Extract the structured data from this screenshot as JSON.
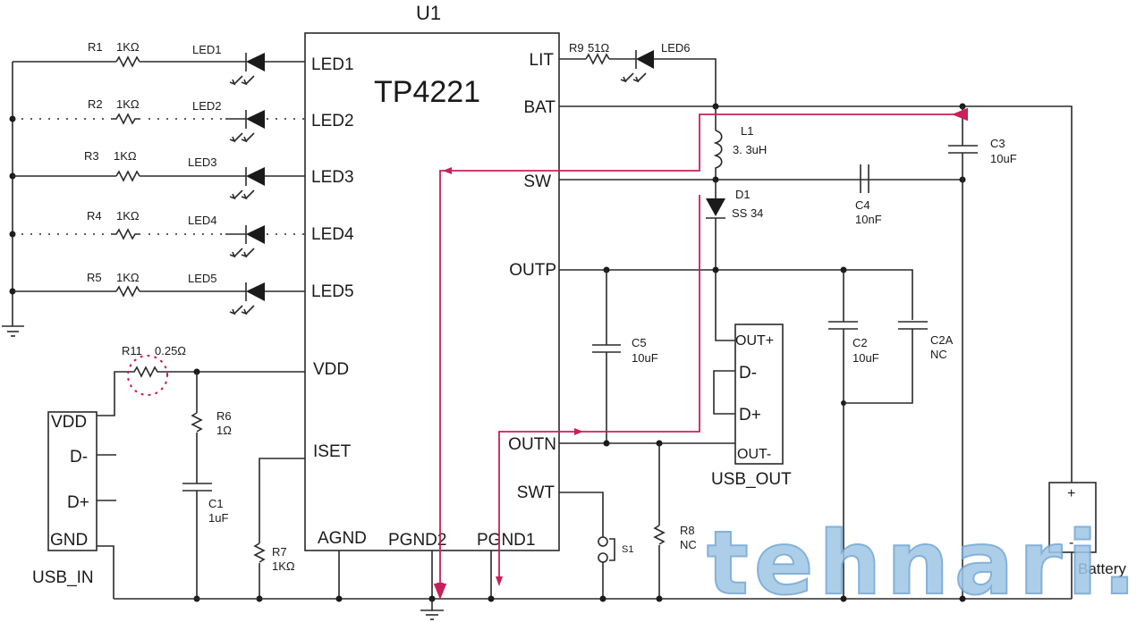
{
  "ic": {
    "ref": "U1",
    "part": "TP4221",
    "left_pins": [
      "LED1",
      "LED2",
      "LED3",
      "LED4",
      "LED5",
      "VDD",
      "ISET"
    ],
    "right_pins": [
      "LIT",
      "BAT",
      "SW",
      "OUTP",
      "OUTN",
      "SWT"
    ],
    "bottom_pins": [
      "AGND",
      "PGND2",
      "PGND1"
    ]
  },
  "led_rows": [
    {
      "res": "R1",
      "val": "1KΩ",
      "led": "LED1"
    },
    {
      "res": "R2",
      "val": "1KΩ",
      "led": "LED2"
    },
    {
      "res": "R3",
      "val": "1KΩ",
      "led": "LED3"
    },
    {
      "res": "R4",
      "val": "1KΩ",
      "led": "LED4"
    },
    {
      "res": "R5",
      "val": "1KΩ",
      "led": "LED5"
    }
  ],
  "components": {
    "r11": {
      "ref": "R11",
      "val": "0.25Ω"
    },
    "r6": {
      "ref": "R6",
      "val": "1Ω"
    },
    "c1": {
      "ref": "C1",
      "val": "1uF"
    },
    "r7": {
      "ref": "R7",
      "val": "1KΩ"
    },
    "r9": {
      "ref": "R9",
      "val": "51Ω"
    },
    "led6": {
      "ref": "LED6"
    },
    "l1": {
      "ref": "L1",
      "val": "3. 3uH"
    },
    "d1": {
      "ref": "D1",
      "val": "SS 34"
    },
    "c3": {
      "ref": "C3",
      "val": "10uF"
    },
    "c4": {
      "ref": "C4",
      "val": "10nF"
    },
    "c5": {
      "ref": "C5",
      "val": "10uF"
    },
    "c2": {
      "ref": "C2",
      "val": "10uF"
    },
    "c2a": {
      "ref": "C2A",
      "val": "NC"
    },
    "r8": {
      "ref": "R8",
      "val": "NC"
    },
    "s1": {
      "ref": "S1"
    }
  },
  "usb_in": {
    "label": "USB_IN",
    "pins": [
      "VDD",
      "D-",
      "D+",
      "GND"
    ]
  },
  "usb_out": {
    "label": "USB_OUT",
    "pins": [
      "OUT+",
      "D-",
      "D+",
      "OUT-"
    ]
  },
  "battery": {
    "label": "Battery",
    "plus": "+",
    "minus": "-"
  },
  "watermark": "tehnari.ru",
  "colors": {
    "wire": "#2a2a2a",
    "current_path": "#c8205a",
    "watermark": "#9fc6e6"
  }
}
